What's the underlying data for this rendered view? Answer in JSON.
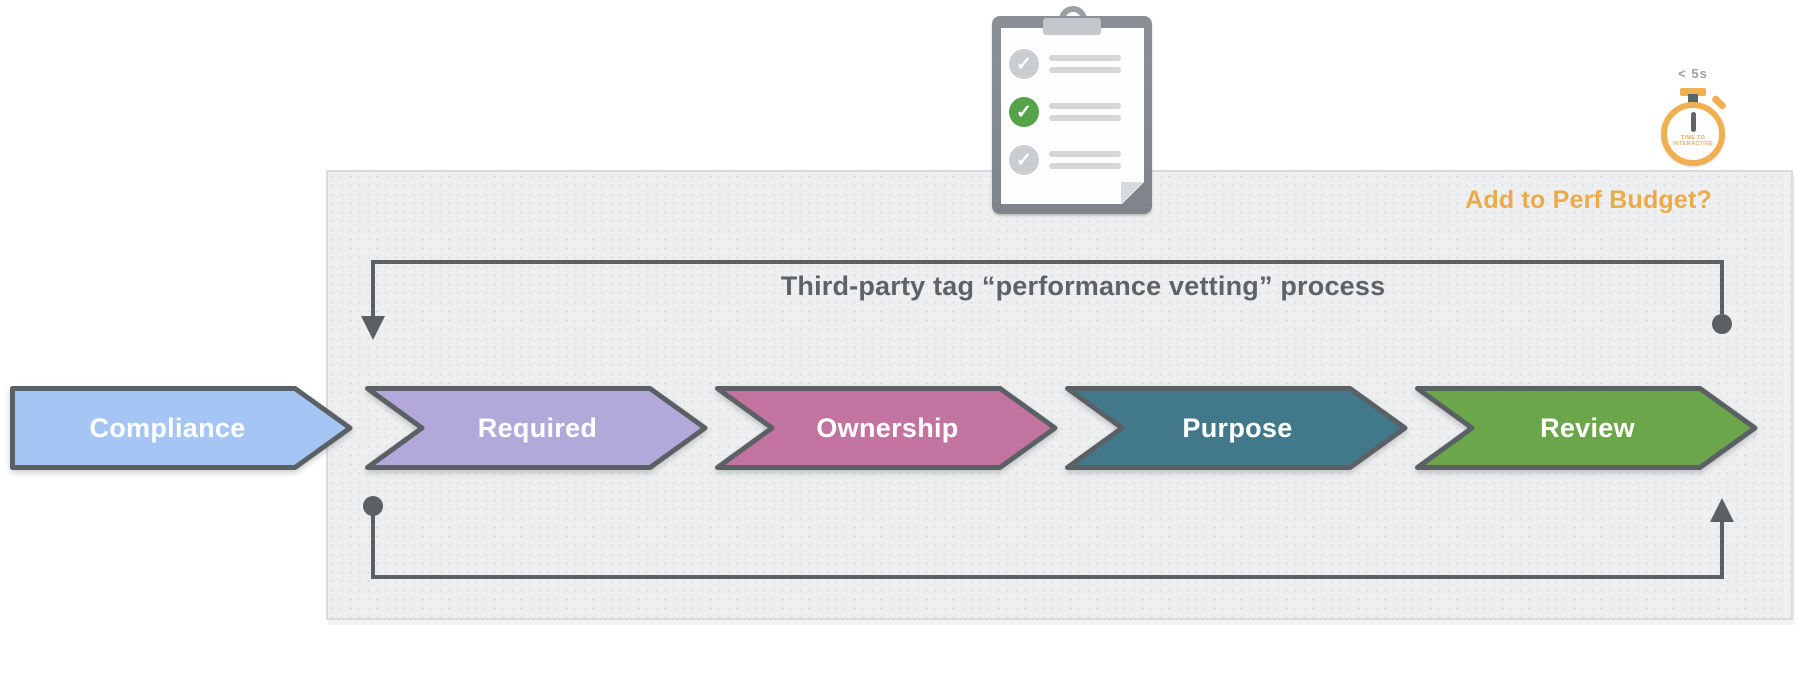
{
  "panel": {
    "title": "Third-party tag “performance vetting” process",
    "title_color": "#5f6368",
    "cta": "Add to Perf Budget?",
    "cta_color": "#ecab49",
    "background": "#edeff1"
  },
  "process": {
    "stages": [
      {
        "label": "Compliance",
        "color": "#a5c5f5"
      },
      {
        "label": "Required",
        "color": "#b3a8da"
      },
      {
        "label": "Ownership",
        "color": "#c2739f"
      },
      {
        "label": "Purpose",
        "color": "#41798a"
      },
      {
        "label": "Review",
        "color": "#6ba64a"
      }
    ],
    "label_color": "#ffffff",
    "outline_color": "#5b6065",
    "loop_color": "#5b6065"
  },
  "clipboard": {
    "icon": "checklist-clipboard",
    "items": [
      {
        "state": "checked",
        "color": "#c9cdd0",
        "glyph": "✓"
      },
      {
        "state": "checked",
        "color": "#57a349",
        "glyph": "✓"
      },
      {
        "state": "checked",
        "color": "#c9cdd0",
        "glyph": "✓"
      }
    ]
  },
  "stopwatch": {
    "icon": "stopwatch",
    "label": "< 5s",
    "dial_text_line1": "TIME TO",
    "dial_text_line2": "INTERACTIVE",
    "ring_color": "#f0b052",
    "dial_text_color": "#e9ad62"
  }
}
